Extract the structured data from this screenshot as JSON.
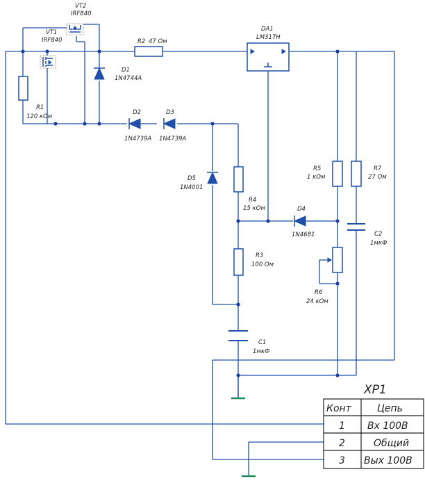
{
  "components": {
    "vt2": {
      "ref": "VT2",
      "value": "IRF840"
    },
    "vt1": {
      "ref": "VT1",
      "value": "IRF840"
    },
    "r2": {
      "ref": "R2",
      "value": "47 Ом"
    },
    "da1": {
      "ref": "DA1",
      "value": "LM317H"
    },
    "d1": {
      "ref": "D1",
      "value": "1N4744A"
    },
    "r1": {
      "ref": "R1",
      "value": "120 кОм"
    },
    "d2": {
      "ref": "D2",
      "value": "1N4739A"
    },
    "d3": {
      "ref": "D3",
      "value": "1N4739A"
    },
    "d5": {
      "ref": "D5",
      "value": "1N4001"
    },
    "r4": {
      "ref": "R4",
      "value": "15 кОм"
    },
    "r3": {
      "ref": "R3",
      "value": "100 Ом"
    },
    "c1": {
      "ref": "C1",
      "value": "1мкФ"
    },
    "d4": {
      "ref": "D4",
      "value": "1N4681"
    },
    "r5": {
      "ref": "R5",
      "value": "1 кОм"
    },
    "r7": {
      "ref": "R7",
      "value": "27 Ом"
    },
    "c2": {
      "ref": "C2",
      "value": "1мкФ"
    },
    "r6": {
      "ref": "R6",
      "value": "24 кОм"
    }
  },
  "connector": {
    "title": "XP1",
    "headers": [
      "Конт",
      "Цепь"
    ],
    "rows": [
      {
        "pin": "1",
        "net": "Вх 100В"
      },
      {
        "pin": "2",
        "net": "Общий"
      },
      {
        "pin": "3",
        "net": "Вых 100В"
      }
    ]
  }
}
